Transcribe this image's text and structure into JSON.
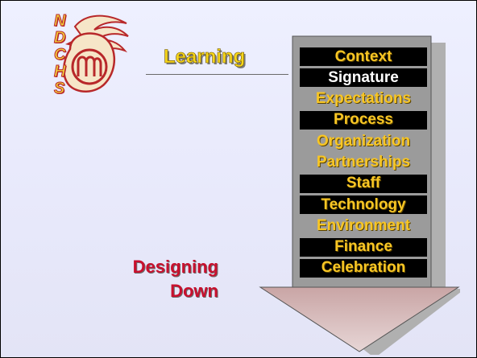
{
  "logo": {
    "letters": [
      "N",
      "D",
      "C",
      "H",
      "S"
    ]
  },
  "heading": "Learning",
  "items": [
    {
      "label": "Context",
      "style": "boxed"
    },
    {
      "label": "Signature",
      "style": "boxed-white"
    },
    {
      "label": "Expectations",
      "style": "plain"
    },
    {
      "label": "Process",
      "style": "boxed"
    },
    {
      "label": "Organization",
      "style": "plain"
    },
    {
      "label": "Partnerships",
      "style": "plain"
    },
    {
      "label": "Staff",
      "style": "boxed"
    },
    {
      "label": "Technology",
      "style": "boxed"
    },
    {
      "label": "Environment",
      "style": "plain"
    },
    {
      "label": "Finance",
      "style": "boxed"
    },
    {
      "label": "Celebration",
      "style": "boxed"
    }
  ],
  "designing": {
    "line1": "Designing",
    "line2": "Down"
  },
  "colors": {
    "accent_red": "#c8102e",
    "accent_gold": "#f8c624",
    "arrow_grey": "#9b9b9b"
  }
}
